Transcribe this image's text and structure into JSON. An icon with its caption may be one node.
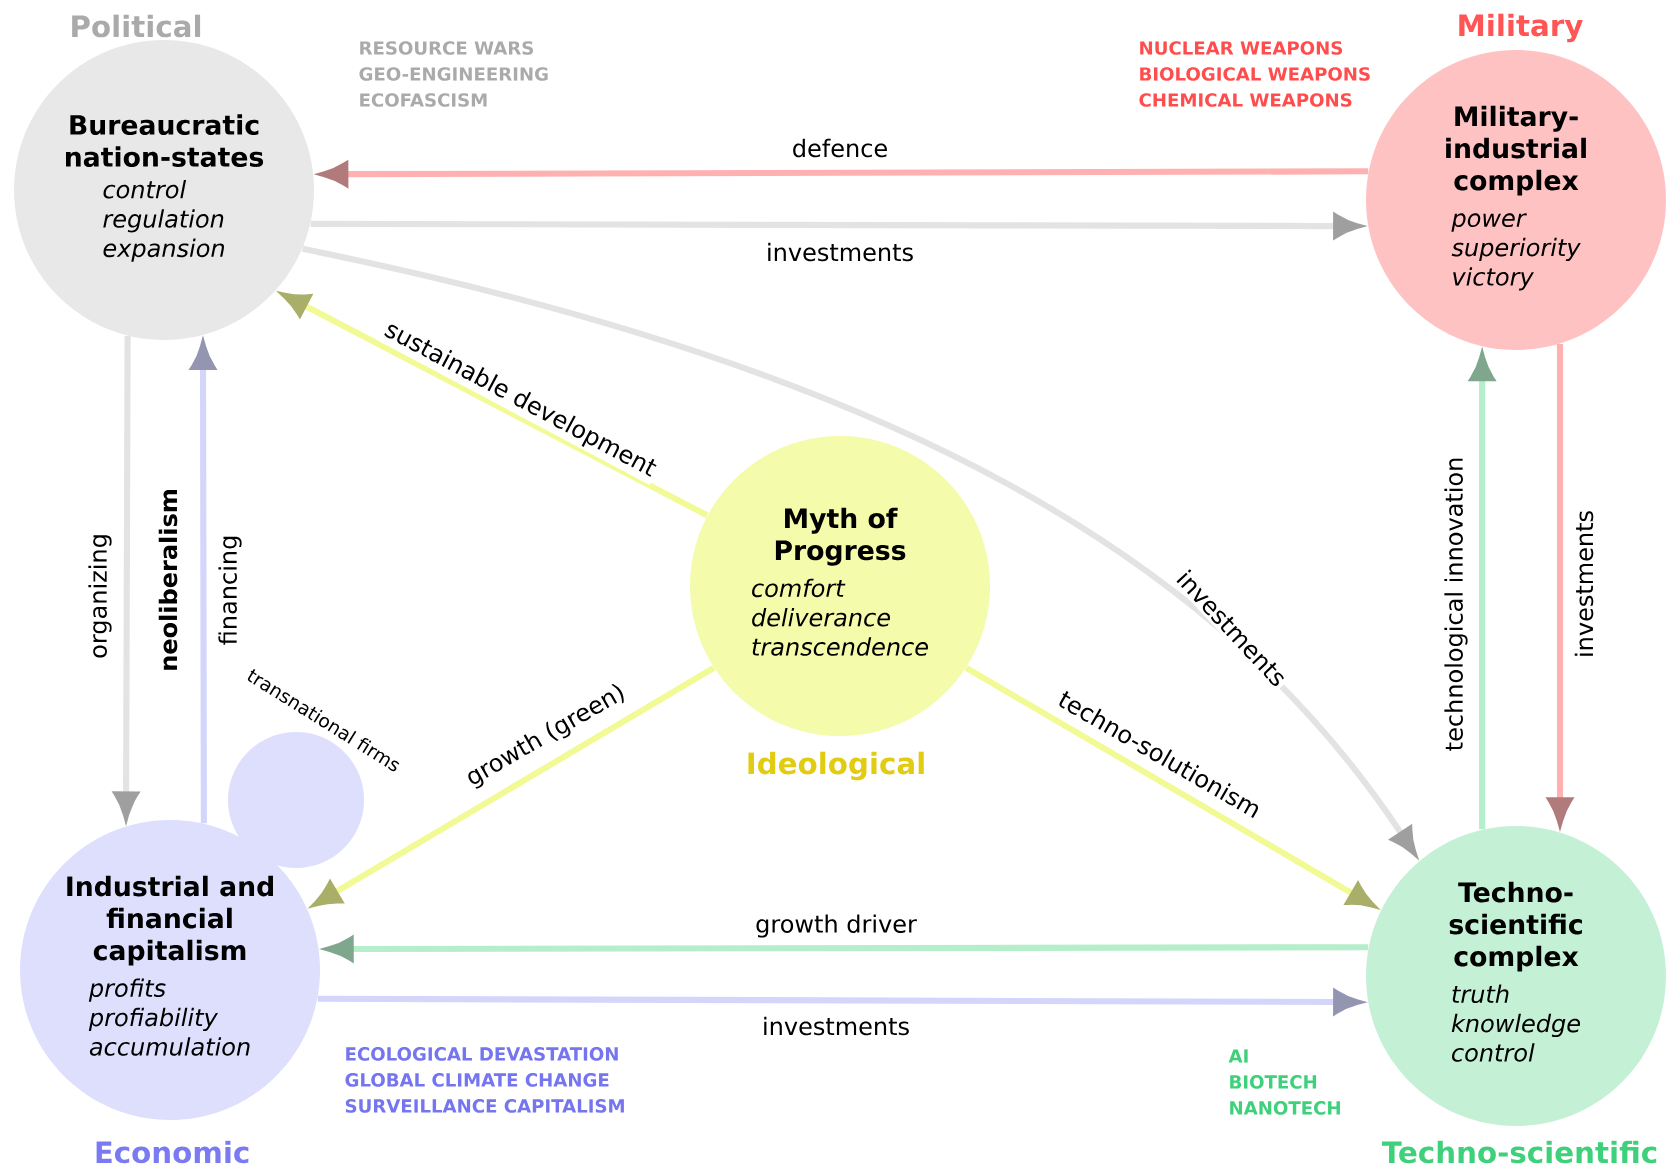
{
  "diagram": {
    "nodes": [
      {
        "text": [
          "Bureaucratic nation-states",
          "control",
          "regulation",
          "expansion"
        ],
        "beside": [
          "Political"
        ]
      },
      {
        "text": [
          "Military-industrial complex",
          "power",
          "superiority",
          "victory"
        ],
        "beside": [
          "Military"
        ]
      },
      {
        "text": [
          "Myth of Progress",
          "comfort",
          "deliverance",
          "transcendence"
        ],
        "beside": [
          "Ideological"
        ]
      },
      {
        "text": [],
        "shape": "circle",
        "beside": [
          "transnational firms"
        ]
      },
      {
        "text": [
          "Industrial and financial capitalism",
          "profits",
          "profiability",
          "accumulation"
        ],
        "beside": [
          "Economic"
        ]
      },
      {
        "text": [
          "Techno-scientific complex",
          "truth",
          "knowledge",
          "control"
        ],
        "beside": [
          "Techno-scientific"
        ]
      }
    ],
    "edges": [
      {
        "from": 1,
        "to": 0,
        "arrow": "to",
        "label": "defence",
        "color": "#ffb0b0"
      },
      {
        "from": 0,
        "to": 1,
        "arrow": "to",
        "label": "investments",
        "color": "#e3e3e3"
      },
      {
        "from": 0,
        "to": 5,
        "arrow": "to",
        "label": "investments",
        "color": "#e3e3e3"
      },
      {
        "from": 2,
        "to": 0,
        "arrow": "to",
        "label": "sustainable development",
        "color": "#f2fa96"
      },
      {
        "from": 0,
        "to": 4,
        "arrow": "to",
        "label": "organizing",
        "color": "#e3e3e3"
      },
      {
        "from": 4,
        "to": 0,
        "arrow": "to",
        "label": "financing",
        "color": "#d4d5fb"
      },
      {
        "from": 2,
        "to": 4,
        "arrow": "to",
        "label": "growth (green)",
        "color": "#f2fa96"
      },
      {
        "from": 2,
        "to": 5,
        "arrow": "to",
        "label": "techno-solutionism",
        "color": "#f2fa96"
      },
      {
        "from": 5,
        "to": 1,
        "arrow": "to",
        "label": "technological innovation",
        "color": "#b5eecb"
      },
      {
        "from": 1,
        "to": 5,
        "arrow": "to",
        "label": "investments",
        "color": "#ffb0b0"
      },
      {
        "from": 5,
        "to": 4,
        "arrow": "to",
        "label": "growth driver",
        "color": "#b5eecb"
      },
      {
        "from": 4,
        "to": 5,
        "arrow": "to",
        "label": "investments",
        "color": "#d4d5fb"
      }
    ],
    "labels": [
      "RESOURCE WARS",
      "GEO-ENGINEERING",
      "ECOFASCISM",
      "NUCLEAR WEAPONS",
      "BIOLOGICAL WEAPONS",
      "CHEMICAL WEAPONS",
      "neoliberalism",
      "ECOLOGICAL DEVASTATION",
      "GLOBAL CLIMATE CHANGE",
      "SURVEILLANCE CAPITALISM",
      "AI",
      "BIOTECH",
      "NANOTECH"
    ]
  }
}
